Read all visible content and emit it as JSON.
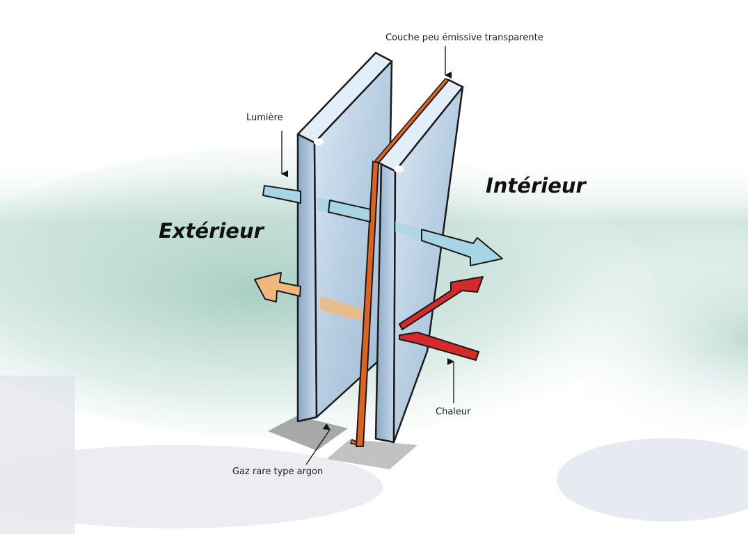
{
  "labels": {
    "top_coating": "Couche peu émissive transparente",
    "light": "Lumière",
    "interior": "Intérieur",
    "exterior": "Extérieur",
    "heat": "Chaleur",
    "gas": "Gaz rare type argon"
  },
  "colors": {
    "glass": "#bcd3e6",
    "coating": "#e0621f",
    "light_arrow": "#9fd0e2",
    "heat_arrow": "#d42a2a",
    "warm_arrow": "#f1b87c",
    "background_mist": "#a9cfc4"
  }
}
